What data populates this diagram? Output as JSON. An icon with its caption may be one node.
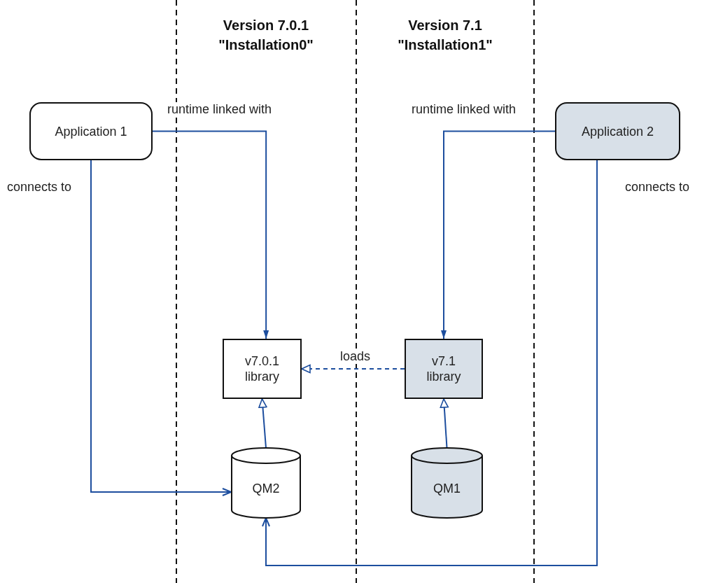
{
  "diagram": {
    "nodes": [
      {
        "text": [
          "Application 1"
        ]
      },
      {
        "text": [
          "Application 2"
        ]
      },
      {
        "text": [
          "v7.0.1 library"
        ]
      },
      {
        "text": [
          "v7.1 library"
        ]
      },
      {
        "text": [
          "QM2"
        ]
      },
      {
        "text": [
          "QM1"
        ]
      }
    ],
    "edges": [
      {
        "from": 0,
        "to": 2,
        "arrow": "to",
        "label": "runtime linked with"
      },
      {
        "from": 0,
        "to": 4,
        "arrow": "to",
        "label": "connects to"
      },
      {
        "from": 1,
        "to": 3,
        "arrow": "to",
        "label": "runtime linked with"
      },
      {
        "from": 1,
        "to": 4,
        "arrow": "to",
        "label": "connects to"
      },
      {
        "from": 3,
        "to": 2,
        "arrow": "to",
        "label": "loads",
        "style": "dashed"
      },
      {
        "from": 4,
        "to": 2,
        "arrow": "to"
      },
      {
        "from": 5,
        "to": 3,
        "arrow": "to"
      }
    ],
    "labels": [
      "Version 7.0.1 \"Installation0\"",
      "Version 7.1 \"Installation1\""
    ]
  }
}
